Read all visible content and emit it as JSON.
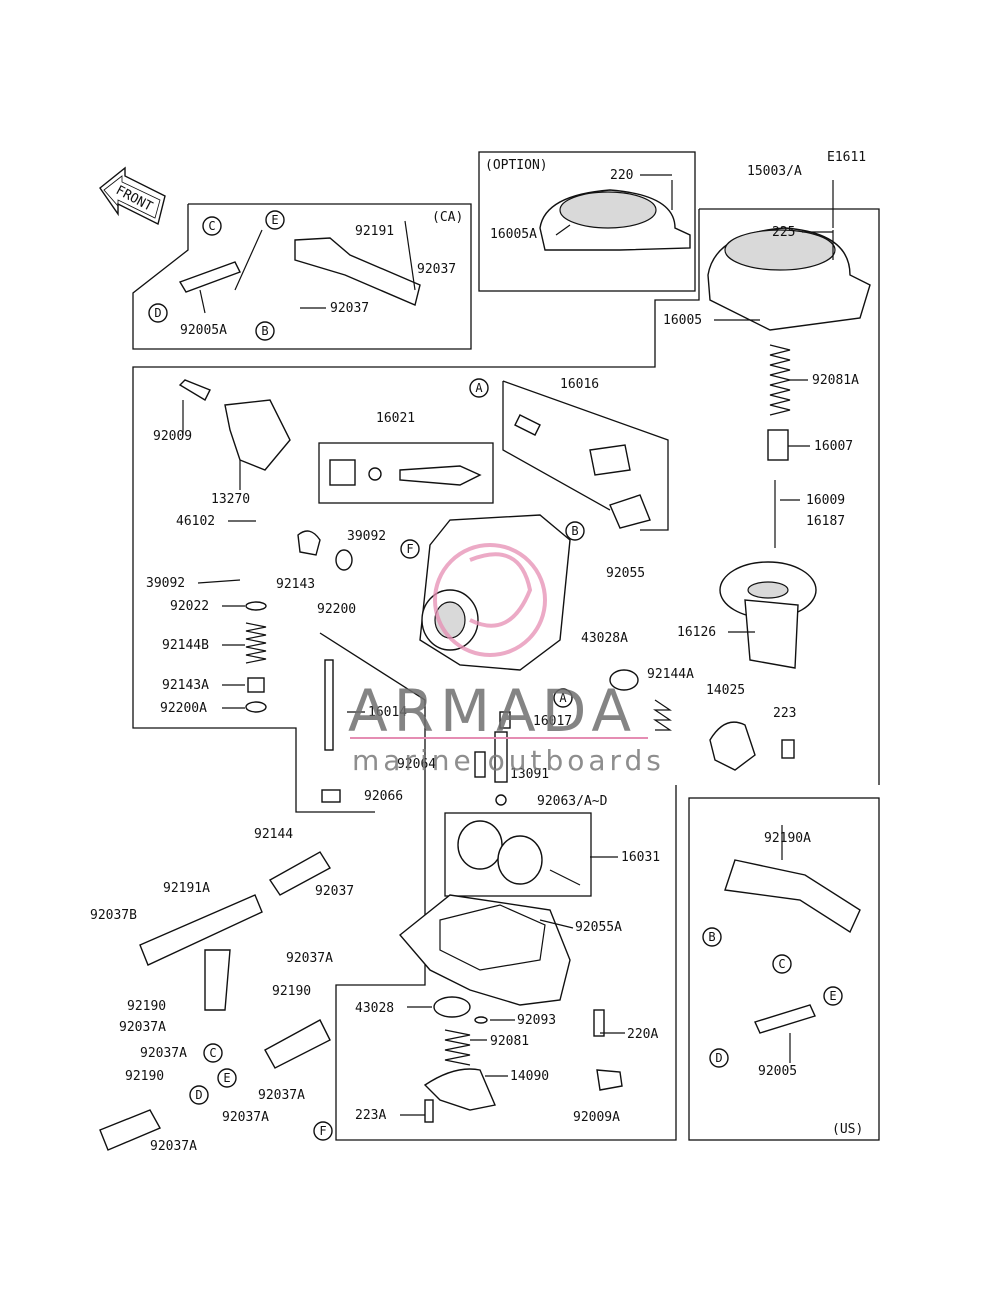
{
  "diagram_code": "E1611",
  "front_label": "FRONT",
  "box_labels": {
    "ca": "(CA)",
    "option": "(OPTION)",
    "us": "(US)"
  },
  "watermark": {
    "brand": "ARMADA",
    "tagline": "marine outboards",
    "accent_color": "#e58db3"
  },
  "letters": [
    "A",
    "B",
    "C",
    "D",
    "E",
    "F"
  ],
  "parts": {
    "p220": "220",
    "p15003A": "15003/A",
    "p16005A": "16005A",
    "p225": "225",
    "p16005": "16005",
    "p92191": "92191",
    "p92037_ca": "92037",
    "p92037_ca2": "92037",
    "p92005A": "92005A",
    "p92081A": "92081A",
    "p16007": "16007",
    "p16009": "16009",
    "p16187": "16187",
    "p16126": "16126",
    "p92009": "92009",
    "p16021": "16021",
    "p16016": "16016",
    "p13270": "13270",
    "p46102": "46102",
    "p39092a": "39092",
    "p39092b": "39092",
    "p92143": "92143",
    "p92022": "92022",
    "p92200": "92200",
    "p92144B": "92144B",
    "p92143A": "92143A",
    "p92200A": "92200A",
    "p16014": "16014",
    "p92055": "92055",
    "p43028A": "43028A",
    "p92144A": "92144A",
    "p14025": "14025",
    "p223": "223",
    "p16017": "16017",
    "p92064": "92064",
    "p13091": "13091",
    "p92066": "92066",
    "p92063": "92063/A~D",
    "p16031": "16031",
    "p92144": "92144",
    "p92037": "92037",
    "p92191A": "92191A",
    "p92037B": "92037B",
    "p92037A_1": "92037A",
    "p92190_1": "92190",
    "p92190_2": "92190",
    "p92037A_2": "92037A",
    "p92037A_3": "92037A",
    "p92190_3": "92190",
    "p92037A_4": "92037A",
    "p92037A_5": "92037A",
    "p92037A_6": "92037A",
    "p92055A": "92055A",
    "p43028": "43028",
    "p92093": "92093",
    "p220A": "220A",
    "p92081": "92081",
    "p14090": "14090",
    "p223A": "223A",
    "p92009A": "92009A",
    "p92190A": "92190A",
    "p92005": "92005"
  }
}
